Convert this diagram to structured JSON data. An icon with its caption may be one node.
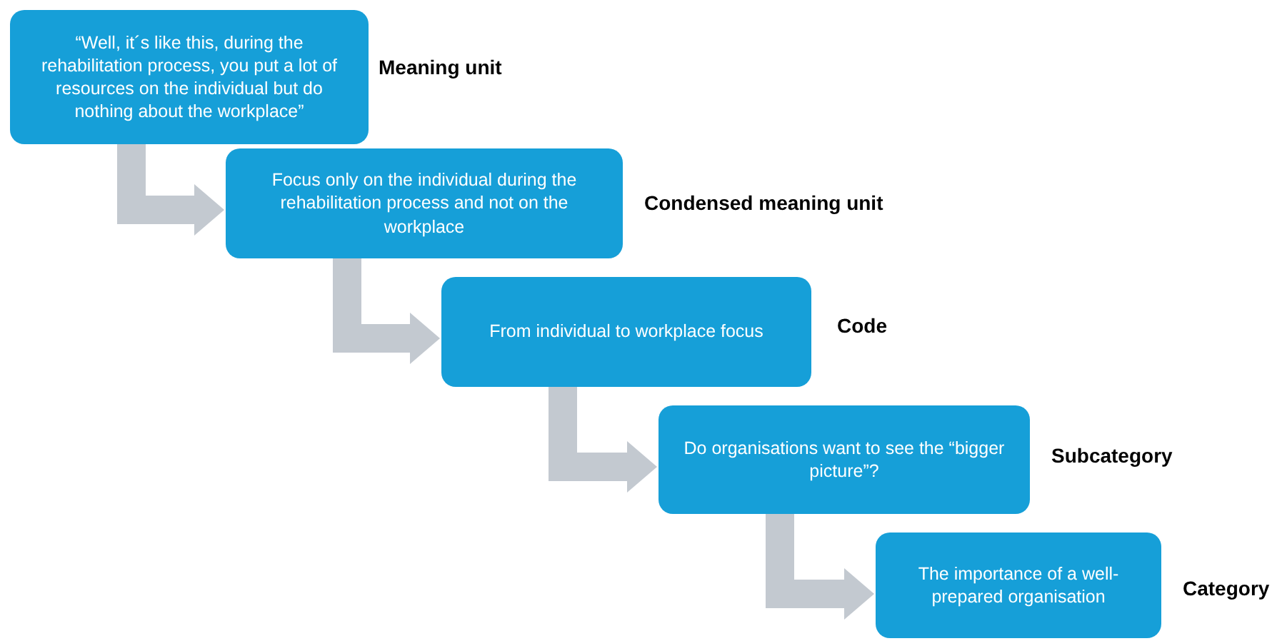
{
  "diagram": {
    "nodes": [
      {
        "text": [
          "“Well, it´s like this, during the rehabilitation process, you put a lot of resources on the individual but do nothing about the workplace”"
        ],
        "beside": [
          "Meaning unit"
        ]
      },
      {
        "text": [
          "Focus only on the individual during the rehabilitation process and not on the workplace"
        ],
        "beside": [
          "Condensed meaning unit"
        ]
      },
      {
        "text": [
          "From individual to workplace focus"
        ],
        "beside": [
          "Code"
        ]
      },
      {
        "text": [
          "Do organisations want to see the “bigger picture”?"
        ],
        "beside": [
          "Subcategory"
        ]
      },
      {
        "text": [
          "The importance of a well-prepared organisation"
        ],
        "beside": [
          "Category"
        ]
      }
    ],
    "edges": [
      {
        "from": 0,
        "to": 1,
        "arrow": "to"
      },
      {
        "from": 1,
        "to": 2,
        "arrow": "to"
      },
      {
        "from": 2,
        "to": 3,
        "arrow": "to"
      },
      {
        "from": 3,
        "to": 4,
        "arrow": "to"
      }
    ]
  }
}
